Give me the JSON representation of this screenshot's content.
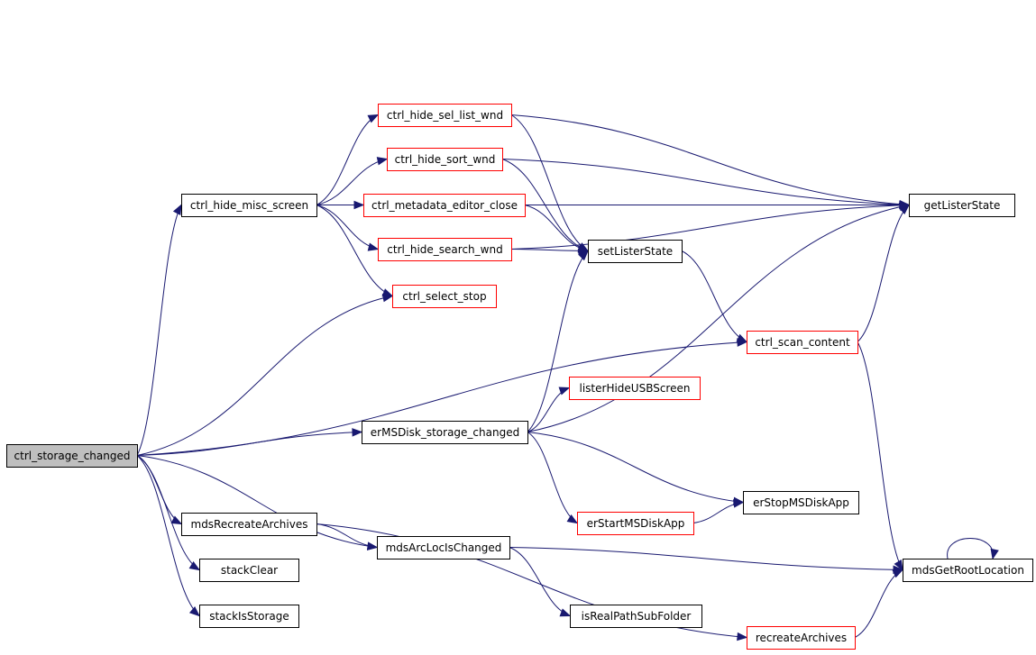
{
  "colors": {
    "edge": "#191970",
    "border_default": "#000000",
    "border_undocumented": "#ff0000",
    "root_fill": "#bfbfbf",
    "node_fill": "#ffffff"
  },
  "nodes": [
    {
      "id": "ctrl_storage_changed",
      "label": "ctrl_storage_changed",
      "style": "root"
    },
    {
      "id": "ctrl_hide_misc_screen",
      "label": "ctrl_hide_misc_screen",
      "style": "default"
    },
    {
      "id": "ctrl_hide_sel_list_wnd",
      "label": "ctrl_hide_sel_list_wnd",
      "style": "red"
    },
    {
      "id": "ctrl_hide_sort_wnd",
      "label": "ctrl_hide_sort_wnd",
      "style": "red"
    },
    {
      "id": "ctrl_metadata_editor_close",
      "label": "ctrl_metadata_editor_close",
      "style": "red"
    },
    {
      "id": "ctrl_hide_search_wnd",
      "label": "ctrl_hide_search_wnd",
      "style": "red"
    },
    {
      "id": "ctrl_select_stop",
      "label": "ctrl_select_stop",
      "style": "red"
    },
    {
      "id": "getListerState",
      "label": "getListerState",
      "style": "default"
    },
    {
      "id": "setListerState",
      "label": "setListerState",
      "style": "default"
    },
    {
      "id": "ctrl_scan_content",
      "label": "ctrl_scan_content",
      "style": "red"
    },
    {
      "id": "listerHideUSBScreen",
      "label": "listerHideUSBScreen",
      "style": "red"
    },
    {
      "id": "erMSDisk_storage_changed",
      "label": "erMSDisk_storage_changed",
      "style": "default"
    },
    {
      "id": "erStopMSDiskApp",
      "label": "erStopMSDiskApp",
      "style": "default"
    },
    {
      "id": "erStartMSDiskApp",
      "label": "erStartMSDiskApp",
      "style": "red"
    },
    {
      "id": "mdsRecreateArchives",
      "label": "mdsRecreateArchives",
      "style": "default"
    },
    {
      "id": "mdsArcLocIsChanged",
      "label": "mdsArcLocIsChanged",
      "style": "default"
    },
    {
      "id": "mdsGetRootLocation",
      "label": "mdsGetRootLocation",
      "style": "default"
    },
    {
      "id": "stackClear",
      "label": "stackClear",
      "style": "default"
    },
    {
      "id": "stackIsStorage",
      "label": "stackIsStorage",
      "style": "default"
    },
    {
      "id": "isRealPathSubFolder",
      "label": "isRealPathSubFolder",
      "style": "default"
    },
    {
      "id": "recreateArchives",
      "label": "recreateArchives",
      "style": "red"
    }
  ],
  "edges": [
    {
      "from": "ctrl_storage_changed",
      "to": "ctrl_hide_misc_screen"
    },
    {
      "from": "ctrl_storage_changed",
      "to": "ctrl_select_stop"
    },
    {
      "from": "ctrl_storage_changed",
      "to": "ctrl_scan_content"
    },
    {
      "from": "ctrl_storage_changed",
      "to": "erMSDisk_storage_changed"
    },
    {
      "from": "ctrl_storage_changed",
      "to": "mdsRecreateArchives"
    },
    {
      "from": "ctrl_storage_changed",
      "to": "mdsArcLocIsChanged"
    },
    {
      "from": "ctrl_storage_changed",
      "to": "stackClear"
    },
    {
      "from": "ctrl_storage_changed",
      "to": "stackIsStorage"
    },
    {
      "from": "ctrl_hide_misc_screen",
      "to": "getListerState"
    },
    {
      "from": "ctrl_hide_misc_screen",
      "to": "ctrl_hide_sel_list_wnd"
    },
    {
      "from": "ctrl_hide_misc_screen",
      "to": "ctrl_hide_sort_wnd"
    },
    {
      "from": "ctrl_hide_misc_screen",
      "to": "ctrl_metadata_editor_close"
    },
    {
      "from": "ctrl_hide_misc_screen",
      "to": "ctrl_hide_search_wnd"
    },
    {
      "from": "ctrl_hide_misc_screen",
      "to": "ctrl_select_stop"
    },
    {
      "from": "ctrl_hide_sel_list_wnd",
      "to": "getListerState"
    },
    {
      "from": "ctrl_hide_sel_list_wnd",
      "to": "setListerState"
    },
    {
      "from": "ctrl_hide_sort_wnd",
      "to": "getListerState"
    },
    {
      "from": "ctrl_hide_sort_wnd",
      "to": "setListerState"
    },
    {
      "from": "ctrl_metadata_editor_close",
      "to": "getListerState"
    },
    {
      "from": "ctrl_metadata_editor_close",
      "to": "setListerState"
    },
    {
      "from": "ctrl_hide_search_wnd",
      "to": "setListerState"
    },
    {
      "from": "ctrl_hide_search_wnd",
      "to": "getListerState"
    },
    {
      "from": "setListerState",
      "to": "ctrl_scan_content"
    },
    {
      "from": "ctrl_scan_content",
      "to": "getListerState"
    },
    {
      "from": "ctrl_scan_content",
      "to": "mdsGetRootLocation"
    },
    {
      "from": "erMSDisk_storage_changed",
      "to": "setListerState"
    },
    {
      "from": "erMSDisk_storage_changed",
      "to": "listerHideUSBScreen"
    },
    {
      "from": "erMSDisk_storage_changed",
      "to": "getListerState"
    },
    {
      "from": "erMSDisk_storage_changed",
      "to": "erStopMSDiskApp"
    },
    {
      "from": "erMSDisk_storage_changed",
      "to": "erStartMSDiskApp"
    },
    {
      "from": "erStartMSDiskApp",
      "to": "erStopMSDiskApp"
    },
    {
      "from": "mdsRecreateArchives",
      "to": "mdsArcLocIsChanged"
    },
    {
      "from": "mdsRecreateArchives",
      "to": "recreateArchives"
    },
    {
      "from": "mdsArcLocIsChanged",
      "to": "mdsGetRootLocation"
    },
    {
      "from": "mdsArcLocIsChanged",
      "to": "isRealPathSubFolder"
    },
    {
      "from": "mdsGetRootLocation",
      "to": "mdsGetRootLocation"
    },
    {
      "from": "recreateArchives",
      "to": "mdsGetRootLocation"
    }
  ]
}
